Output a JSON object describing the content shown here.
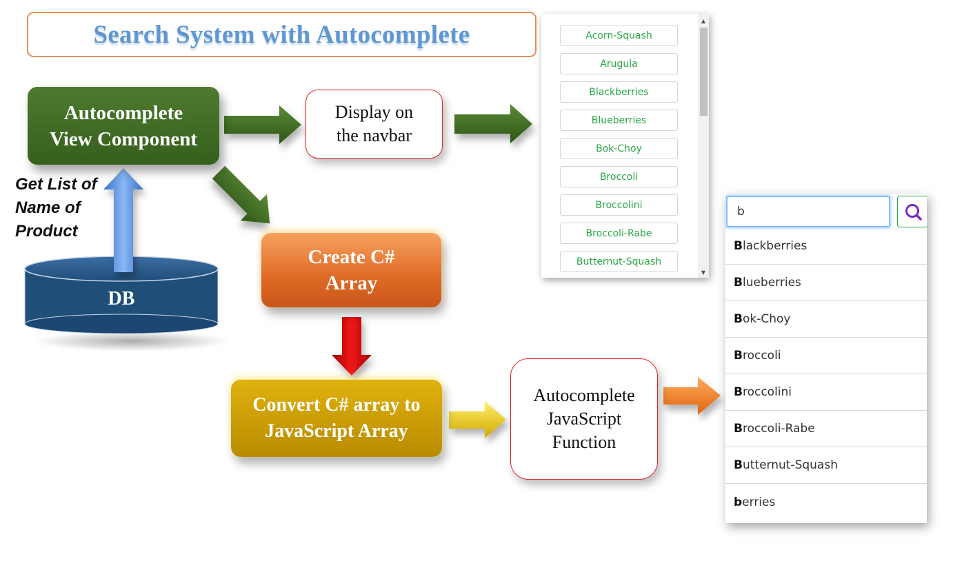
{
  "title": "Search System with Autocomplete",
  "nodes": {
    "view_component": "Autocomplete View Component",
    "display_navbar": "Display on the navbar",
    "create_array": "Create C# Array",
    "convert_array": "Convert C# array to JavaScript Array",
    "autocomplete_js": "Autocomplete JavaScript Function",
    "db": "DB",
    "get_list_label": "Get List of Name of Product"
  },
  "navbar_list": {
    "items": [
      "Acorn-Squash",
      "Arugula",
      "Blackberries",
      "Blueberries",
      "Bok-Choy",
      "Broccoli",
      "Broccolini",
      "Broccoli-Rabe",
      "Butternut-Squash"
    ]
  },
  "autocomplete": {
    "query": "b",
    "search_icon": "magnifier-icon",
    "suggestions": [
      {
        "match": "B",
        "rest": "lackberries"
      },
      {
        "match": "B",
        "rest": "lueberries"
      },
      {
        "match": "B",
        "rest": "ok-Choy"
      },
      {
        "match": "B",
        "rest": "roccoli"
      },
      {
        "match": "B",
        "rest": "roccolini"
      },
      {
        "match": "B",
        "rest": "roccoli-Rabe"
      },
      {
        "match": "B",
        "rest": "utternut-Squash"
      },
      {
        "match": "b",
        "rest": "erries"
      }
    ]
  },
  "colors": {
    "green": "#3f6b25",
    "orange": "#e8782f",
    "gold": "#cfa10a",
    "red_arrow": "#d40a0a",
    "blue_arrow": "#4a86e0",
    "db": "#1f4e79",
    "list_text": "#28a745"
  }
}
